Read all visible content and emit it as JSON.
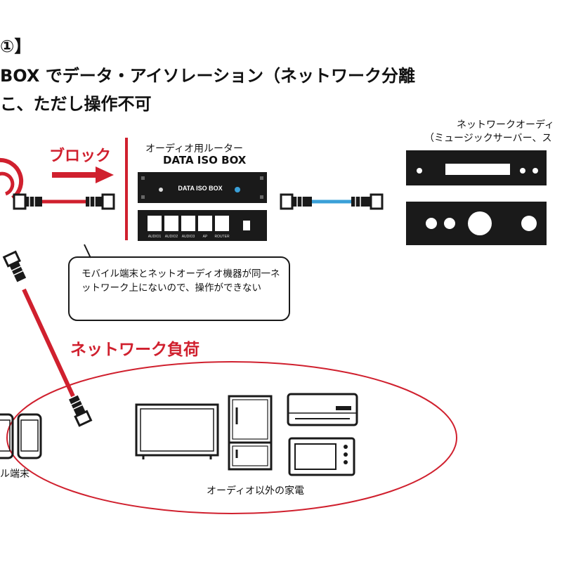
{
  "heading": {
    "line1": "①】",
    "line2": "BOX でデータ・アイソレーション（ネットワーク分離",
    "line3": "こ、ただし操作不可"
  },
  "block_label": "ブロック",
  "router": {
    "caption": "オーディオ用ルーター",
    "name": "DATA ISO BOX",
    "front_label": "DATA ISO BOX",
    "port_labels": [
      "AUDIO1",
      "AUDIO2",
      "AUDIO3",
      "AP",
      "ROUTER"
    ]
  },
  "network_audio": {
    "title_line1": "ネットワークオーディ",
    "title_line2": "（ミュージックサーバー、ス"
  },
  "callout": {
    "text": "モバイル端末とネットオーディオ機器が同一ネットワーク上にないので、操作ができない"
  },
  "network_load_label": "ネットワーク負荷",
  "mobile_label": "ル端末",
  "appliances_label": "オーディオ以外の家電",
  "colors": {
    "red": "#d0202e",
    "blue": "#3aa0d8",
    "black": "#1a1a1a"
  }
}
